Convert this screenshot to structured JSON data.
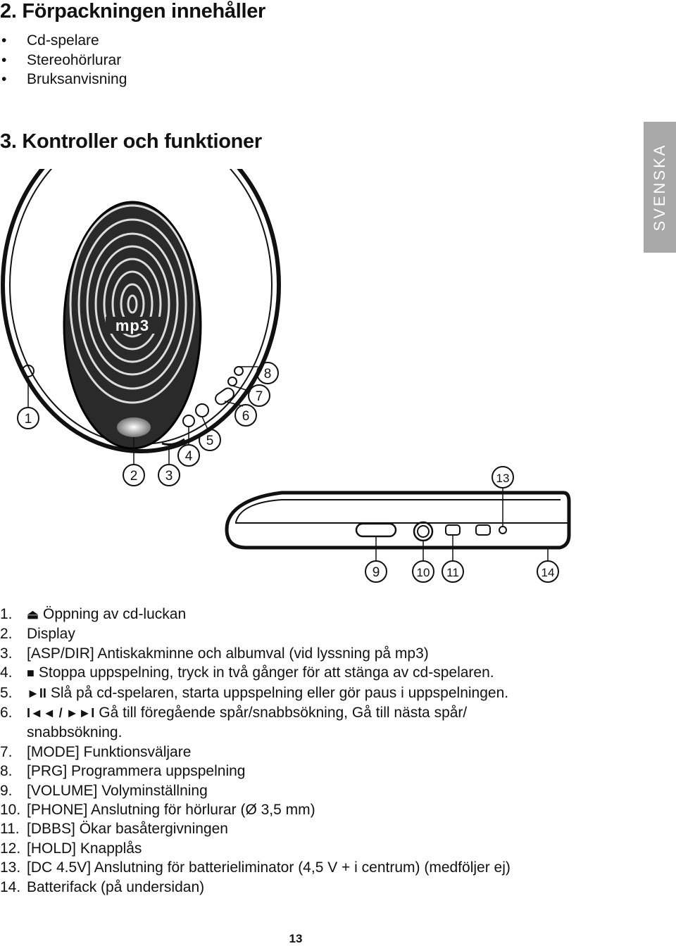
{
  "section2": {
    "heading": "2. Förpackningen innehåller",
    "items": [
      "Cd-spelare",
      "Stereohörlurar",
      "Bruksanvisning"
    ]
  },
  "section3": {
    "heading": "3. Kontroller och funktioner"
  },
  "side_tab": "SVENSKA",
  "diagram": {
    "logo": "mp3",
    "callouts": [
      "1",
      "2",
      "3",
      "4",
      "5",
      "6",
      "7",
      "8",
      "9",
      "10",
      "11",
      "13",
      "14"
    ]
  },
  "functions": [
    {
      "num": "1.",
      "symbol": "",
      "text": "Öppning av cd-luckan",
      "cont": ""
    },
    {
      "num": "2.",
      "symbol": "",
      "text": "Display",
      "cont": ""
    },
    {
      "num": "3.",
      "symbol": "",
      "text": "[ASP/DIR] Antiskakminne och albumval (vid lyssning på mp3)",
      "cont": ""
    },
    {
      "num": "4.",
      "symbol": "",
      "text": "Stoppa uppspelning, tryck in två gånger för att stänga av cd-spelaren.",
      "cont": ""
    },
    {
      "num": "5.",
      "symbol": "",
      "text": "Slå på cd-spelaren, starta uppspelning eller gör paus i uppspelningen.",
      "cont": ""
    },
    {
      "num": "6.",
      "symbol": "",
      "text": "Gå till föregående spår/snabbsökning, Gå till nästa spår/",
      "cont": "snabbsökning."
    },
    {
      "num": "7.",
      "symbol": "",
      "text": "[MODE] Funktionsväljare",
      "cont": ""
    },
    {
      "num": "8.",
      "symbol": "",
      "text": "[PRG] Programmera uppspelning",
      "cont": ""
    },
    {
      "num": "9.",
      "symbol": "",
      "text": "[VOLUME] Volyminställning",
      "cont": ""
    },
    {
      "num": "10.",
      "symbol": "",
      "text": "[PHONE] Anslutning för hörlurar (Ø 3,5 mm)",
      "cont": ""
    },
    {
      "num": "11.",
      "symbol": "",
      "text": "[DBBS] Ökar basåtergivningen",
      "cont": ""
    },
    {
      "num": "12.",
      "symbol": "",
      "text": "[HOLD] Knapplås",
      "cont": ""
    },
    {
      "num": "13.",
      "symbol": "",
      "text": "[DC 4.5V] Anslutning för batterieliminator (4,5 V + i centrum) (medföljer ej)",
      "cont": ""
    },
    {
      "num": "14.",
      "symbol": "",
      "text": "Batterifack (på undersidan)",
      "cont": ""
    }
  ],
  "symbols": {
    "1": "⏏",
    "4": "■",
    "5": "►II",
    "6": "I◄◄ / ►►I"
  },
  "page_number": "13"
}
